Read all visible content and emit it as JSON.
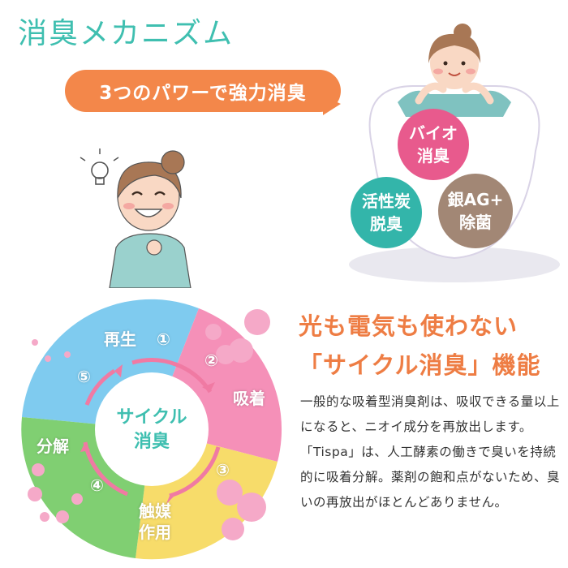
{
  "title": "消臭メカニズム",
  "banner": "3つのパワーで強力消臭",
  "bubbles": [
    {
      "text": "バイオ\n消臭",
      "color": "#e85a8d"
    },
    {
      "text": "活性炭\n脱臭",
      "color": "#33b5aa"
    },
    {
      "text": "銀AG+\n除菌",
      "color": "#a28775"
    }
  ],
  "cycle": {
    "center_text": "サイクル\n消臭",
    "steps": [
      {
        "label": "再生",
        "number": "①"
      },
      {
        "label": "吸着",
        "number": "②"
      },
      {
        "label": "触媒\n作用",
        "number": "③"
      },
      {
        "label": "分解",
        "number": "④"
      },
      {
        "label": "",
        "number": "⑤"
      }
    ],
    "colors": {
      "blue": "#6fc7ee",
      "pink": "#f58cb5",
      "yellow": "#f6d95d",
      "green": "#7ccc6e"
    }
  },
  "headline_line1": "光も電気も使わない",
  "headline_line2": "「サイクル消臭」機能",
  "body": "一般的な吸着型消臭剤は、吸収できる量以上になると、ニオイ成分を再放出します。「Tispa」は、人工酵素の働きで臭いを持続的に吸着分解。薬剤の飽和点がないため、臭いの再放出がほとんどありません。"
}
